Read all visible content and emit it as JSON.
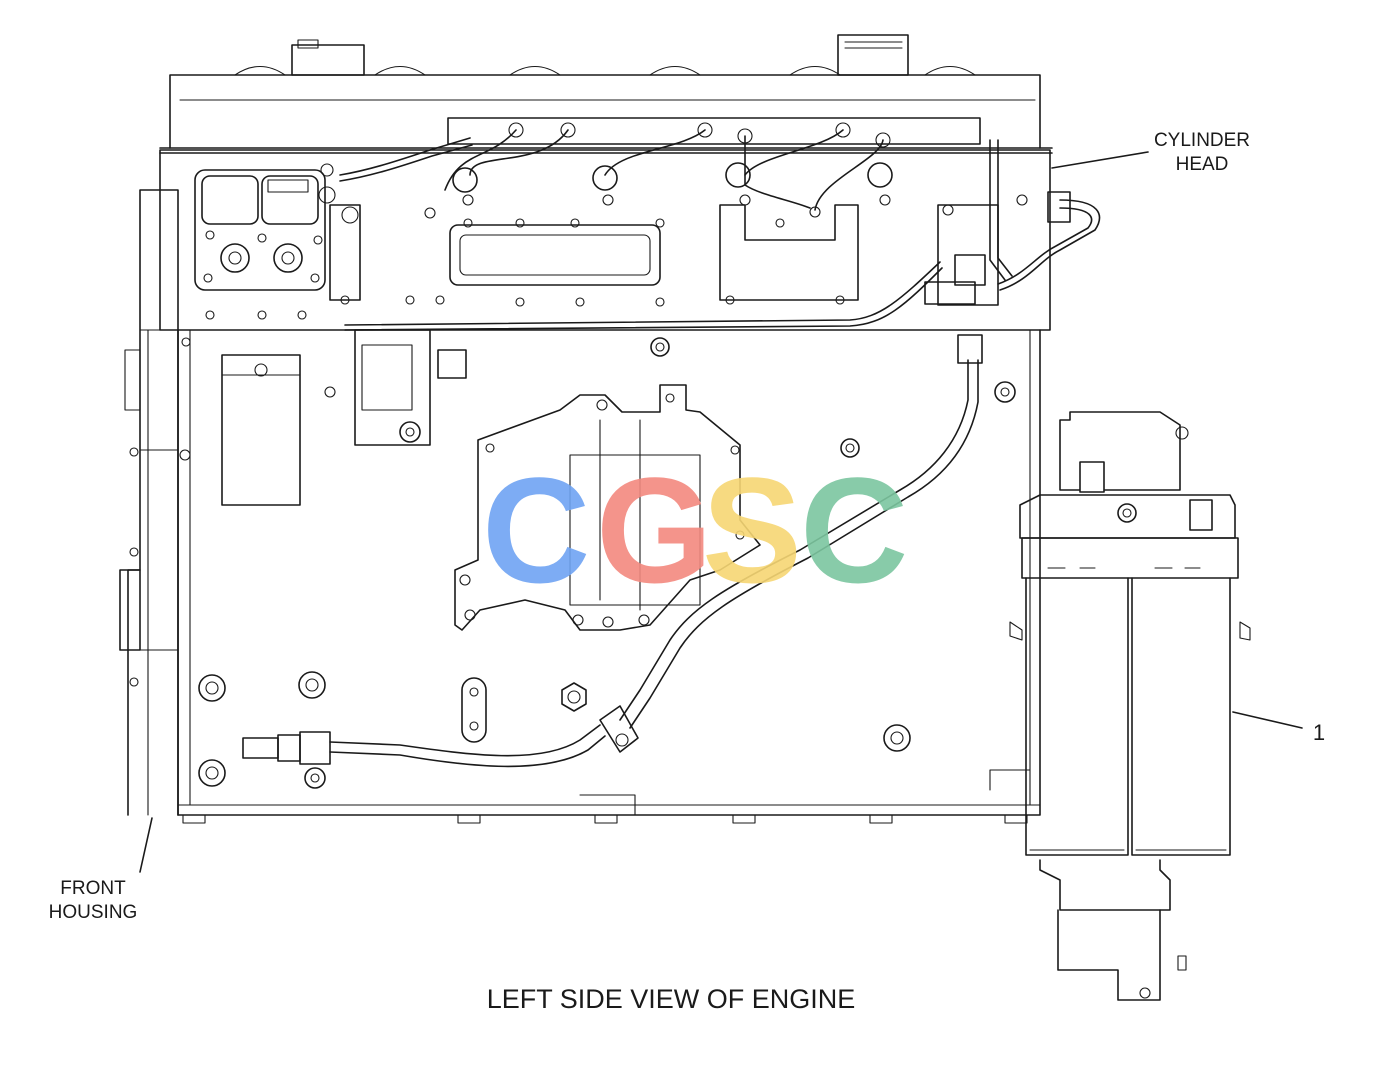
{
  "caption": "LEFT SIDE VIEW OF ENGINE",
  "labels": {
    "cylinder_head_line1": "CYLINDER",
    "cylinder_head_line2": "HEAD",
    "front_housing_line1": "FRONT",
    "front_housing_line2": "HOUSING",
    "callout_1": "1"
  },
  "watermark": {
    "letters": [
      "C",
      "G",
      "S",
      "C"
    ],
    "colors": [
      "#6fa4f3",
      "#f3897f",
      "#f7d774",
      "#7cc6a0"
    ]
  }
}
